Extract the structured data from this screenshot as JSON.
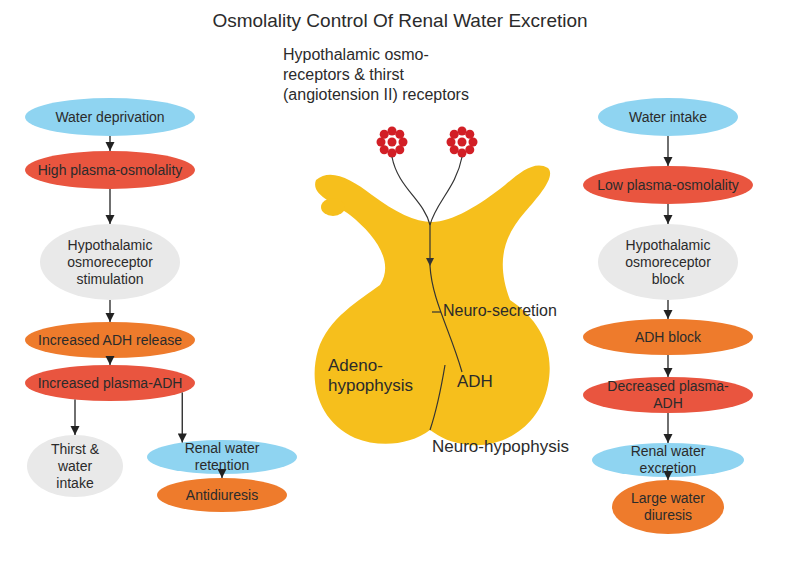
{
  "diagram": {
    "title": "Osmolality Control Of Renal Water Excretion",
    "nodes": [
      {
        "text": [
          "Water deprivation"
        ]
      },
      {
        "text": [
          "High plasma-osmolality"
        ]
      },
      {
        "text": [
          "Hypothalamic osmoreceptor stimulation"
        ]
      },
      {
        "text": [
          "Increased ADH release"
        ]
      },
      {
        "text": [
          "Increased plasma-ADH"
        ]
      },
      {
        "text": [
          "Thirst & water intake"
        ]
      },
      {
        "text": [
          "Renal water retention"
        ]
      },
      {
        "text": [
          "Antidiuresis"
        ]
      },
      {
        "text": [
          "Water intake"
        ]
      },
      {
        "text": [
          "Low plasma-osmolality"
        ]
      },
      {
        "text": [
          "Hypothalamic osmoreceptor block"
        ]
      },
      {
        "text": [
          "ADH block"
        ]
      },
      {
        "text": [
          "Decreased plasma-ADH"
        ]
      },
      {
        "text": [
          "Renal water excretion"
        ]
      },
      {
        "text": [
          "Large water diuresis"
        ]
      }
    ],
    "edges": [
      {
        "from": 0,
        "to": 1,
        "arrow": "to"
      },
      {
        "from": 1,
        "to": 2,
        "arrow": "to"
      },
      {
        "from": 2,
        "to": 3,
        "arrow": "to"
      },
      {
        "from": 3,
        "to": 4,
        "arrow": "to"
      },
      {
        "from": 4,
        "to": 5,
        "arrow": "to"
      },
      {
        "from": 4,
        "to": 6,
        "arrow": "to"
      },
      {
        "from": 6,
        "to": 7,
        "arrow": "to"
      },
      {
        "from": 8,
        "to": 9,
        "arrow": "to"
      },
      {
        "from": 9,
        "to": 10,
        "arrow": "to"
      },
      {
        "from": 10,
        "to": 11,
        "arrow": "to"
      },
      {
        "from": 11,
        "to": 12,
        "arrow": "to"
      },
      {
        "from": 12,
        "to": 13,
        "arrow": "to"
      },
      {
        "from": 13,
        "to": 14,
        "arrow": "to"
      }
    ],
    "labels": [
      "Hypothalamic osmo-receptors & thirst (angiotension II) receptors",
      "Neuro-secretion",
      "Adeno- hypophysis",
      "ADH",
      "Neuro-hypophysis"
    ]
  }
}
